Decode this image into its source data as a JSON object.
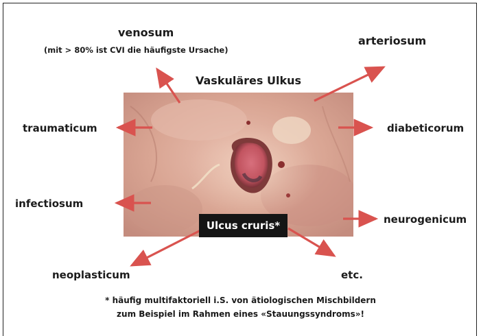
{
  "labels": {
    "venosum": "venosum",
    "venosum_note": "(mit > 80% ist CVI die häufigste Ursache)",
    "arteriosum": "arteriosum",
    "title": "Vaskuläres Ulkus",
    "traumaticum": "traumaticum",
    "diabeticorum": "diabeticorum",
    "infectiosum": "infectiosum",
    "neurogenicum": "neurogenicum",
    "neoplasticum": "neoplasticum",
    "etc": "etc.",
    "center": "Ulcus cruris*"
  },
  "footnote": {
    "line1": "* häufig multifaktoriell i.S. von ätiologischen Mischbildern",
    "line2": "zum Beispiel im Rahmen eines «Stauungssyndroms»!"
  },
  "colors": {
    "arrow": "#d9534f",
    "center_box_bg": "#151515",
    "text": "#1b1b1b"
  },
  "image": {
    "icon": "ulcer-photo"
  }
}
